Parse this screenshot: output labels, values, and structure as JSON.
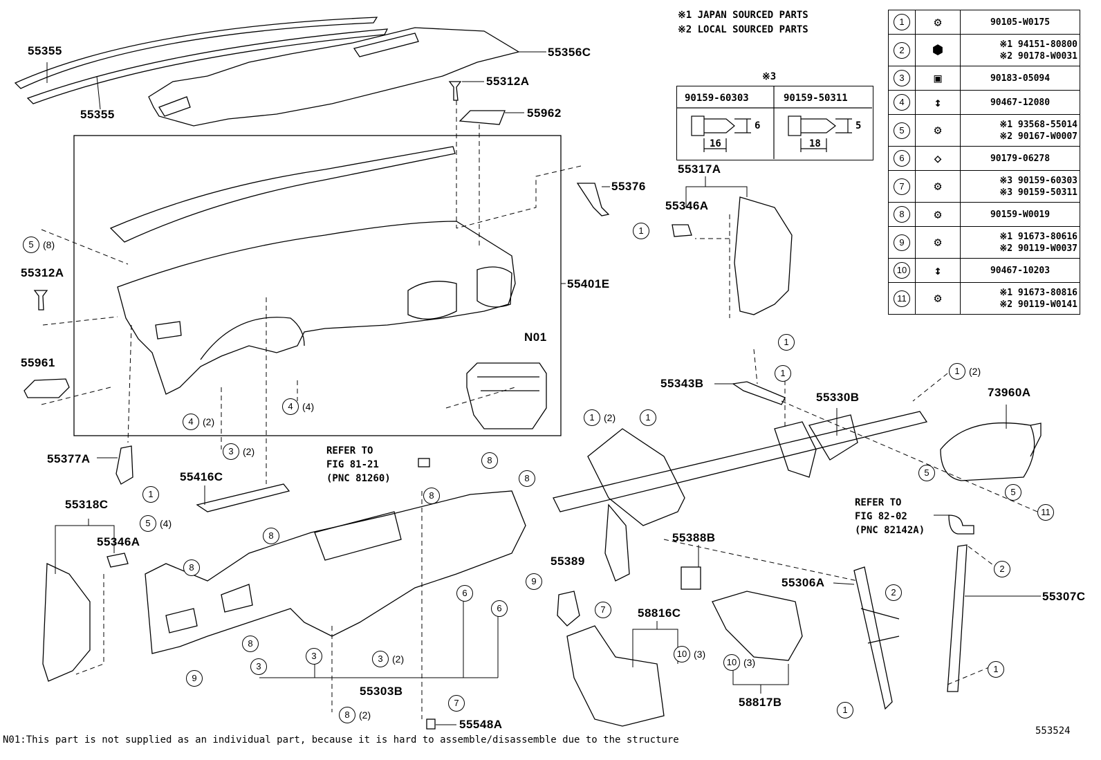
{
  "notes": {
    "line1": "※1 JAPAN SOURCED PARTS",
    "line2": "※2 LOCAL SOURCED PARTS"
  },
  "x3_box": {
    "mark": "※3",
    "col1": "90159-60303",
    "col2": "90159-50311",
    "dim1_len": "16",
    "dim1_h": "6",
    "dim2_len": "18",
    "dim2_h": "5"
  },
  "parts_table": [
    {
      "n": "1",
      "icon": "bolt-icon",
      "parts": [
        "90105-W0175"
      ]
    },
    {
      "n": "2",
      "icon": "nut-icon",
      "parts": [
        "※1 94151-80800",
        "※2 90178-W0031"
      ]
    },
    {
      "n": "3",
      "icon": "clip-nut-icon",
      "parts": [
        "90183-05094"
      ]
    },
    {
      "n": "4",
      "icon": "spring-clip-icon",
      "parts": [
        "90467-12080"
      ]
    },
    {
      "n": "5",
      "icon": "bolt-icon",
      "parts": [
        "※1 93568-55014",
        "※2 90167-W0007"
      ]
    },
    {
      "n": "6",
      "icon": "speed-nut-icon",
      "parts": [
        "90179-06278"
      ]
    },
    {
      "n": "7",
      "icon": "bolt-icon",
      "parts": [
        "※3 90159-60303",
        "※3 90159-50311"
      ]
    },
    {
      "n": "8",
      "icon": "bolt-icon",
      "parts": [
        "90159-W0019"
      ]
    },
    {
      "n": "9",
      "icon": "bolt-icon",
      "parts": [
        "※1 91673-80616",
        "※2 90119-W0037"
      ]
    },
    {
      "n": "10",
      "icon": "spring-clip-icon",
      "parts": [
        "90467-10203"
      ]
    },
    {
      "n": "11",
      "icon": "bolt-icon",
      "parts": [
        "※1 91673-80816",
        "※2 90119-W0141"
      ]
    }
  ],
  "labels": {
    "p55355a": "55355",
    "p55355b": "55355",
    "p55356c": "55356C",
    "p55312a_top": "55312A",
    "p55962": "55962",
    "p55376": "55376",
    "p55317a": "55317A",
    "p55346a_right": "55346A",
    "p55401e": "55401E",
    "p55312a_left": "55312A",
    "p55961": "55961",
    "n01": "N01",
    "p55343b": "55343B",
    "p55330b": "55330B",
    "p73960a": "73960A",
    "p55377a": "55377A",
    "p55416c": "55416C",
    "p55318c": "55318C",
    "p55346a_left": "55346A",
    "p55388b": "55388B",
    "p55389": "55389",
    "p55306a": "55306A",
    "p55307c": "55307C",
    "p58816c": "58816C",
    "p58817b": "58817B",
    "p55303b": "55303B",
    "p55548a": "55548A"
  },
  "refs": {
    "ref1": [
      "REFER TO",
      "FIG 81-21",
      "(PNC 81260)"
    ],
    "ref2": [
      "REFER TO",
      "FIG 82-02",
      "(PNC 82142A)"
    ]
  },
  "callouts": [
    {
      "id": "c1",
      "n": "5",
      "qty": "(8)"
    },
    {
      "id": "c2",
      "n": "1",
      "qty": ""
    },
    {
      "id": "c3",
      "n": "4",
      "qty": "(4)"
    },
    {
      "id": "c4",
      "n": "4",
      "qty": "(2)"
    },
    {
      "id": "c5",
      "n": "3",
      "qty": "(2)"
    },
    {
      "id": "c6",
      "n": "1",
      "qty": ""
    },
    {
      "id": "c7",
      "n": "5",
      "qty": "(4)"
    },
    {
      "id": "c8",
      "n": "8",
      "qty": ""
    },
    {
      "id": "c9",
      "n": "8",
      "qty": ""
    },
    {
      "id": "c10",
      "n": "8",
      "qty": ""
    },
    {
      "id": "c11",
      "n": "8",
      "qty": ""
    },
    {
      "id": "c12",
      "n": "8",
      "qty": ""
    },
    {
      "id": "c13",
      "n": "9",
      "qty": ""
    },
    {
      "id": "c14",
      "n": "9",
      "qty": ""
    },
    {
      "id": "c15",
      "n": "6",
      "qty": ""
    },
    {
      "id": "c16",
      "n": "6",
      "qty": ""
    },
    {
      "id": "c17",
      "n": "3",
      "qty": ""
    },
    {
      "id": "c18",
      "n": "3",
      "qty": ""
    },
    {
      "id": "c19",
      "n": "3",
      "qty": "(2)"
    },
    {
      "id": "c20",
      "n": "8",
      "qty": "(2)"
    },
    {
      "id": "c21",
      "n": "7",
      "qty": ""
    },
    {
      "id": "c22",
      "n": "8",
      "qty": ""
    },
    {
      "id": "c23",
      "n": "1",
      "qty": ""
    },
    {
      "id": "c24",
      "n": "1",
      "qty": ""
    },
    {
      "id": "c25",
      "n": "1",
      "qty": "(2)"
    },
    {
      "id": "c26",
      "n": "1",
      "qty": "(2)"
    },
    {
      "id": "c27",
      "n": "1",
      "qty": ""
    },
    {
      "id": "c28",
      "n": "5",
      "qty": ""
    },
    {
      "id": "c29",
      "n": "5",
      "qty": ""
    },
    {
      "id": "c30",
      "n": "11",
      "qty": ""
    },
    {
      "id": "c31",
      "n": "7",
      "qty": ""
    },
    {
      "id": "c32",
      "n": "10",
      "qty": "(3)"
    },
    {
      "id": "c33",
      "n": "10",
      "qty": "(3)"
    },
    {
      "id": "c34",
      "n": "2",
      "qty": ""
    },
    {
      "id": "c35",
      "n": "2",
      "qty": ""
    },
    {
      "id": "c36",
      "n": "1",
      "qty": ""
    },
    {
      "id": "c37",
      "n": "1",
      "qty": ""
    }
  ],
  "footnote": "N01:This part is not supplied as an individual part, because it is hard to assemble/disassemble due to the structure",
  "diagram_id": "553524"
}
